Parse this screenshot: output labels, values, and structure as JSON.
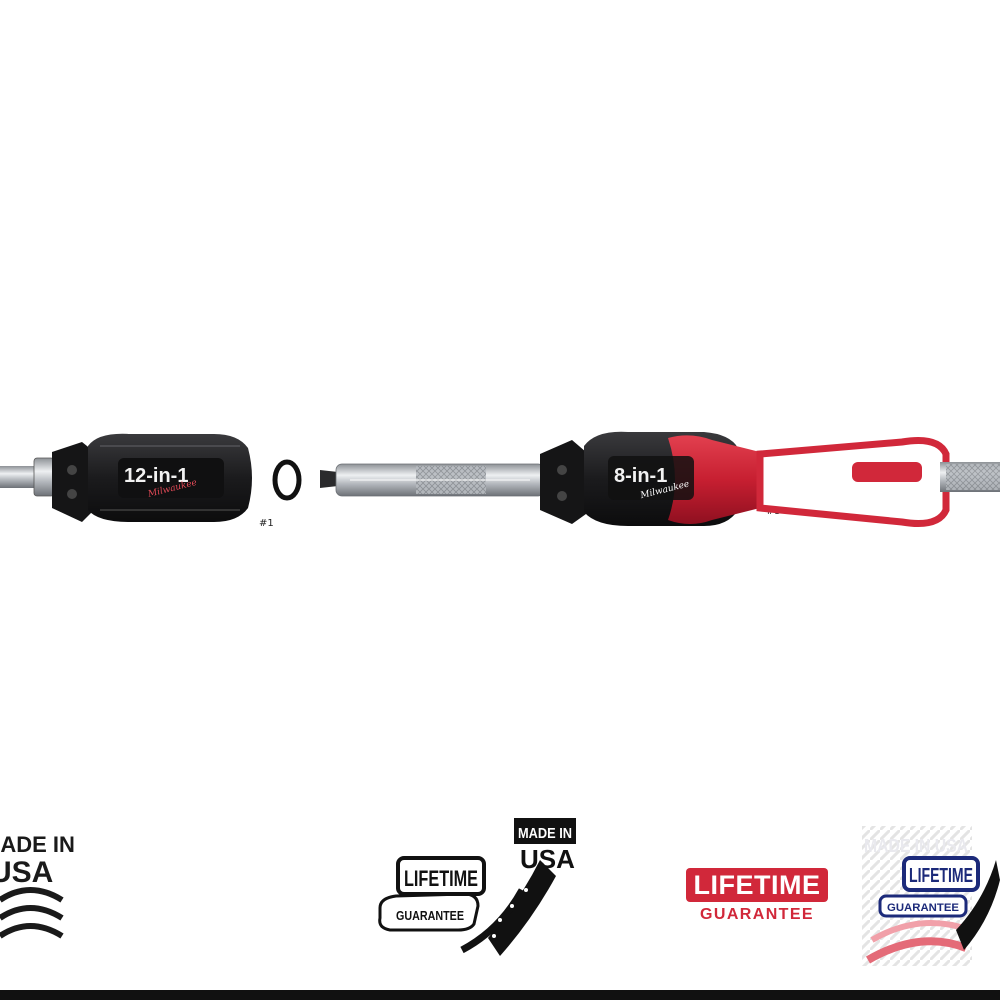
{
  "product": {
    "left_tool": {
      "handle_label": "12-in-1",
      "brand_script": "Milwaukee",
      "bit_mark": "#1"
    },
    "right_tool": {
      "handle_label": "8-in-1",
      "brand_script": "Milwaukee",
      "bit_mark": "#3"
    }
  },
  "badges": {
    "made_in_usa_left": {
      "line1": "MADE IN",
      "line2": "USA"
    },
    "lifetime_center": {
      "line1": "LIFETIME",
      "line2": "GUARANTEE"
    },
    "made_in_usa_center": {
      "line1": "MADE IN",
      "line2": "USA"
    },
    "lifetime_red": {
      "line1": "LIFETIME",
      "line2": "GUARANTEE"
    },
    "combo_right": {
      "line1": "MADE IN USA",
      "line2": "LIFETIME",
      "line3": "GUARANTEE"
    }
  },
  "colors": {
    "accent_red": "#d1283a",
    "handle_black": "#1d1d1f",
    "steel": "#c9ccd0",
    "background": "#ffffff"
  }
}
